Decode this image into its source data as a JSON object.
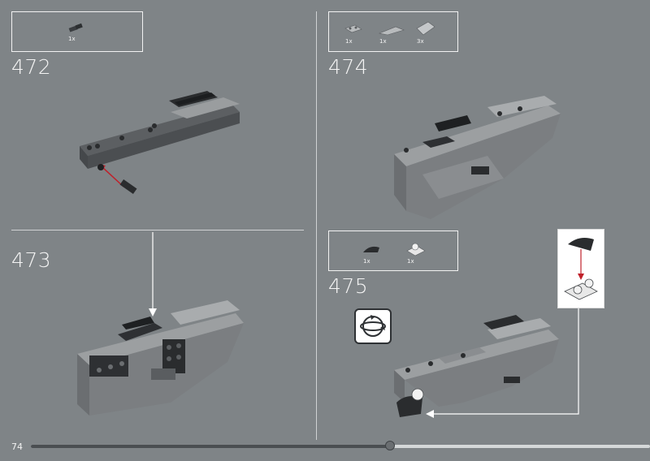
{
  "page": {
    "page_number": "74",
    "progress_fraction": 0.58
  },
  "steps": [
    {
      "number": "472",
      "parts": [
        {
          "qty": "1x",
          "icon": "pin-part-icon"
        }
      ]
    },
    {
      "number": "473",
      "parts": []
    },
    {
      "number": "474",
      "parts": [
        {
          "qty": "1x",
          "icon": "plate-part-icon"
        },
        {
          "qty": "1x",
          "icon": "wedge-part-icon"
        },
        {
          "qty": "3x",
          "icon": "tile-part-icon"
        }
      ]
    },
    {
      "number": "475",
      "parts": [
        {
          "qty": "1x",
          "icon": "curved-slope-part-icon"
        },
        {
          "qty": "1x",
          "icon": "clip-plate-part-icon"
        }
      ]
    }
  ],
  "colors": {
    "background": "#7f8487",
    "dark_part": "#3a3d40",
    "light_part": "#a8abad",
    "arrow": "#c0202a"
  }
}
